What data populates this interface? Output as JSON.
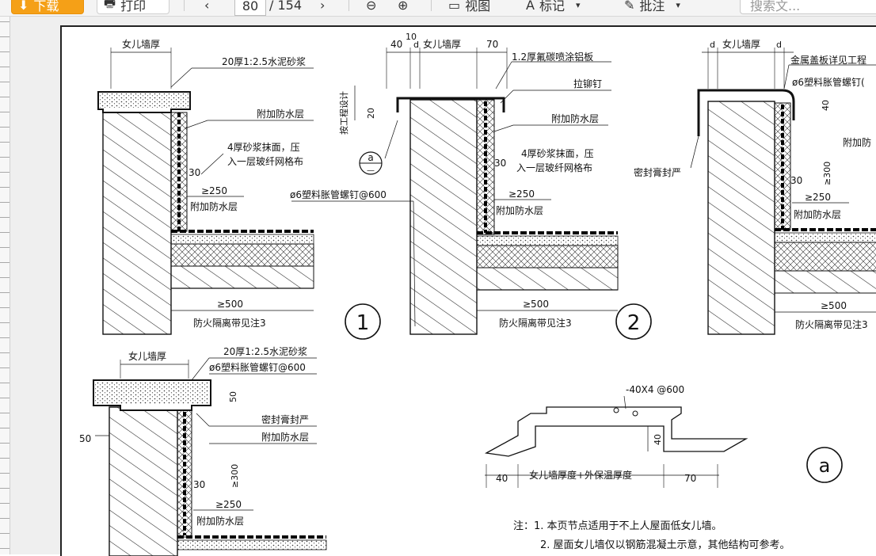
{
  "toolbar": {
    "download_label": "下载",
    "print_label": "打印",
    "page_current": "80",
    "page_total": "/ 154",
    "view_label": "视图",
    "mark_label": "标记",
    "annotate_label": "批注",
    "search_placeholder": "搜索文..."
  },
  "drawing": {
    "d1": {
      "wall_thick": "女儿墙厚",
      "cap": "20厚1:2.5水泥砂浆",
      "extra": "附加防水层",
      "mortar1": "4厚砂浆抹面，压",
      "mortar2": "入一层玻纤网格布",
      "dim30": "30",
      "dim250": "≥250",
      "extra2": "附加防水层",
      "dim500": "≥500",
      "fire": "防火隔离带见注3",
      "num": "1"
    },
    "d2": {
      "dim40": "40",
      "dim10": "10",
      "d": "d",
      "wall_thick": "女儿墙厚",
      "dim70": "70",
      "alu": "1.2厚氟碳喷涂铝板",
      "rivet": "拉铆钉",
      "by_design": "按工程设计",
      "dim20": "20",
      "ref_a": "a",
      "ref_dash": "—",
      "extra": "附加防水层",
      "mortar1": "4厚砂浆抹面，压",
      "mortar2": "入一层玻纤网格布",
      "dim30": "30",
      "bolt": "ø6塑料胀管螺钉@600",
      "dim250": "≥250",
      "extra2": "附加防水层",
      "dim500": "≥500",
      "fire": "防火隔离带见注3",
      "num": "2"
    },
    "d3": {
      "d_left": "d",
      "wall_thick": "女儿墙厚",
      "d_right": "d",
      "metal": "金属盖板详见工程",
      "bolt": "ø6塑料胀管螺钉(",
      "dim40": "40",
      "extra": "附加防",
      "seal": "密封膏封严",
      "dim300": "≥300",
      "dim30": "30",
      "dim250": "≥250",
      "extra2": "附加防水层",
      "dim500": "≥500",
      "fire": "防火隔离带见注3"
    },
    "d4": {
      "wall_thick": "女儿墙厚",
      "cap": "20厚1:2.5水泥砂浆",
      "bolt": "ø6塑料胀管螺钉@600",
      "dim50": "50",
      "seal": "密封膏封严",
      "extra": "附加防水层",
      "dim50_left": "50",
      "dim300": "≥300",
      "dim30": "30",
      "dim250": "≥250",
      "extra2": "附加防水层"
    },
    "clip": {
      "spec": "-40X4 @600",
      "dim40_v": "40",
      "dim40": "40",
      "width": "女儿墙厚度+外保温厚度",
      "dim70": "70",
      "label": "a"
    },
    "notes": {
      "line1": "注：1. 本页节点适用于不上人屋面低女儿墙。",
      "line2": "2. 屋面女儿墙仅以钢筋混凝土示意，其他结构可参考。"
    }
  }
}
